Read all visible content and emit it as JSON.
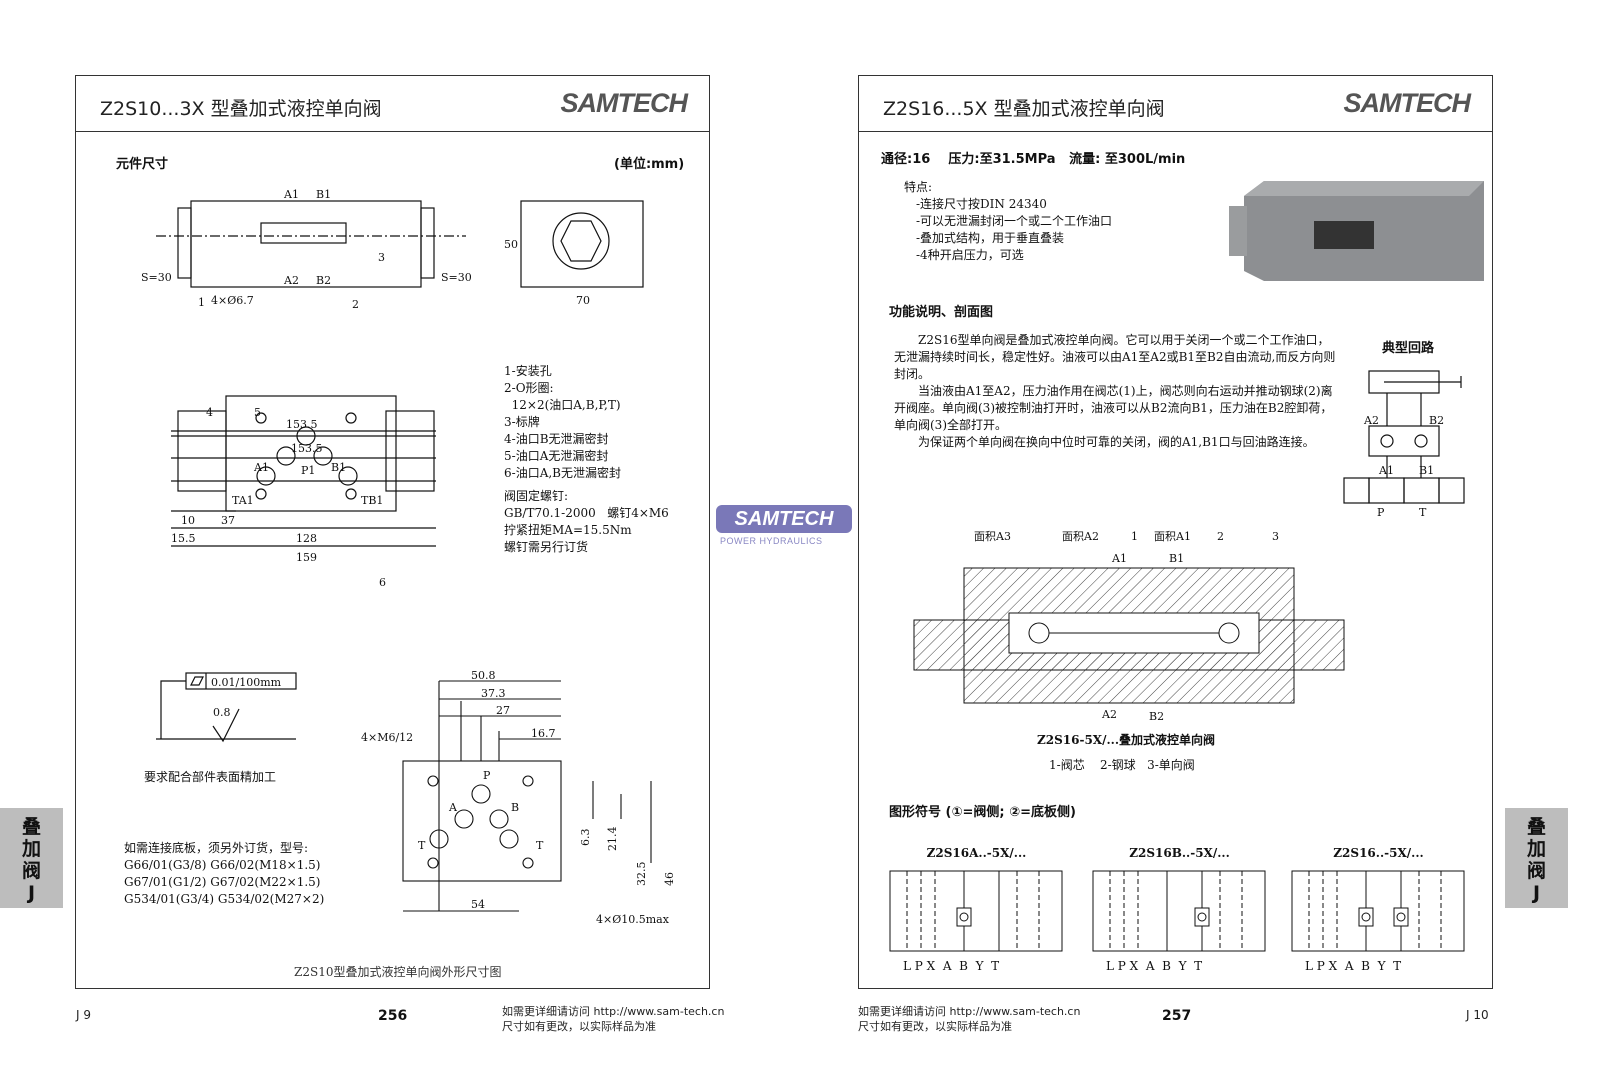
{
  "left_page": {
    "title": "Z2S10...3X 型叠加式液控单向阀",
    "logo": "SAMTECH",
    "section": "元件尺寸",
    "unit": "(单位:mm)",
    "dims_top": {
      "s30_left": "S=30",
      "s30_right": "S=30",
      "holes": "4×Ø6.7",
      "a1": "A1",
      "b1": "B1",
      "a2": "A2",
      "b2": "B2",
      "h50": "50",
      "w70": "70",
      "c1": "1",
      "c2": "2",
      "c3": "3"
    },
    "dims_mid": {
      "d1": "153.5",
      "d2": "153.5",
      "d3": "10",
      "d4": "37",
      "d5": "15.5",
      "d6": "128",
      "d7": "159",
      "p1": "P1",
      "a1": "A1",
      "b1": "B1",
      "ta1": "TA1",
      "tb1": "TB1",
      "c4": "4",
      "c5": "5",
      "c6": "6"
    },
    "legend": [
      "1-安装孔",
      "2-O形圈:",
      "  12×2(油口A,B,P,T)",
      "3-标牌",
      "4-油口B无泄漏密封",
      "5-油口A无泄漏密封",
      "6-油口A,B无泄漏密封"
    ],
    "screws": [
      "阀固定螺钉:",
      "GB/T70.1-2000   螺钉4×M6",
      "拧紧扭矩MA=15.5Nm",
      "螺钉需另行订货"
    ],
    "flatness": "0.01/100mm",
    "roughness": "0.8",
    "surface_note": "要求配合部件表面精加工",
    "subplate": [
      "如需连接底板，须另外订货，型号:",
      "G66/01(G3/8) G66/02(M18×1.5)",
      "G67/01(G1/2) G67/02(M22×1.5)",
      "G534/01(G3/4) G534/02(M27×2)"
    ],
    "mount_dims": {
      "d508": "50.8",
      "d373": "37.3",
      "d27": "27",
      "d167": "16.7",
      "d63": "6.3",
      "d214": "21.4",
      "d325": "32.5",
      "d46": "46",
      "d54": "54",
      "m6": "4×M6/12",
      "d105": "4×Ø10.5max",
      "p": "P",
      "a": "A",
      "b": "B",
      "t1": "T",
      "t2": "T"
    },
    "caption": "Z2S10型叠加式液控单向阀外形尺寸图",
    "side_tab": [
      "叠",
      "加",
      "阀",
      "J"
    ],
    "page_code": "J 9",
    "page_number": "256",
    "footer": [
      "如需更详细请访问 http://www.sam-tech.cn",
      "尺寸如有更改，以实际样品为准"
    ]
  },
  "right_page": {
    "title": "Z2S16...5X 型叠加式液控单向阀",
    "logo": "SAMTECH",
    "specs": "通径:16    压力:至31.5MPa   流量: 至300L/min",
    "features_title": "特点:",
    "features": [
      "-连接尺寸按DIN 24340",
      "-可以无泄漏封闭一个或二个工作油口",
      "-叠加式结构，用于垂直叠装",
      "-4种开启压力，可选"
    ],
    "function_title": "功能说明、剖面图",
    "circuit_title": "典型回路",
    "description": [
      "　　Z2S16型单向阀是叠加式液控单向阀。它可以用于关闭一个或二个工作油口，无泄漏持续时间长，稳定性好。油液可以由A1至A2或B1至B2自由流动,而反方向则封闭。",
      "　　当油液由A1至A2，压力油作用在阀芯(1)上，阀芯则向右运动并推动钢球(2)离开阀座。单向阀(3)被控制油打开时，油液可以从B2流向B1，压力油在B2腔卸荷，单向阀(3)全部打开。",
      "　　为保证两个单向阀在换向中位时可靠的关闭，阀的A1,B1口与回油路连接。"
    ],
    "circuit_labels": {
      "a2": "A2",
      "b2": "B2",
      "a1": "A1",
      "b1": "B1",
      "p": "P",
      "t": "T"
    },
    "section_labels": {
      "area_a3": "面积A3",
      "area_a2": "面积A2",
      "area_a1": "面积A1",
      "a1": "A1",
      "b1": "B1",
      "a2": "A2",
      "b2": "B2",
      "c1": "1",
      "c2": "2",
      "c3": "3"
    },
    "section_caption": "Z2S16-5X/...叠加式液控单向阀",
    "parts": "1-阀芯    2-钢球   3-单向阀",
    "symbols_title": "图形符号 (①=阀侧; ②=底板侧)",
    "symbols": [
      {
        "name": "Z2S16A..-5X/..."
      },
      {
        "name": "Z2S16B..-5X/..."
      },
      {
        "name": "Z2S16..-5X/..."
      }
    ],
    "port_row": "L P X  A  B  Y  T",
    "side_tab": [
      "叠",
      "加",
      "阀",
      "J"
    ],
    "page_code": "J 10",
    "page_number": "257",
    "footer": [
      "如需更详细请访问 http://www.sam-tech.cn",
      "尺寸如有更改，以实际样品为准"
    ]
  },
  "watermark": {
    "main": "SAMTECH",
    "sub": "POWER HYDRAULICS"
  }
}
